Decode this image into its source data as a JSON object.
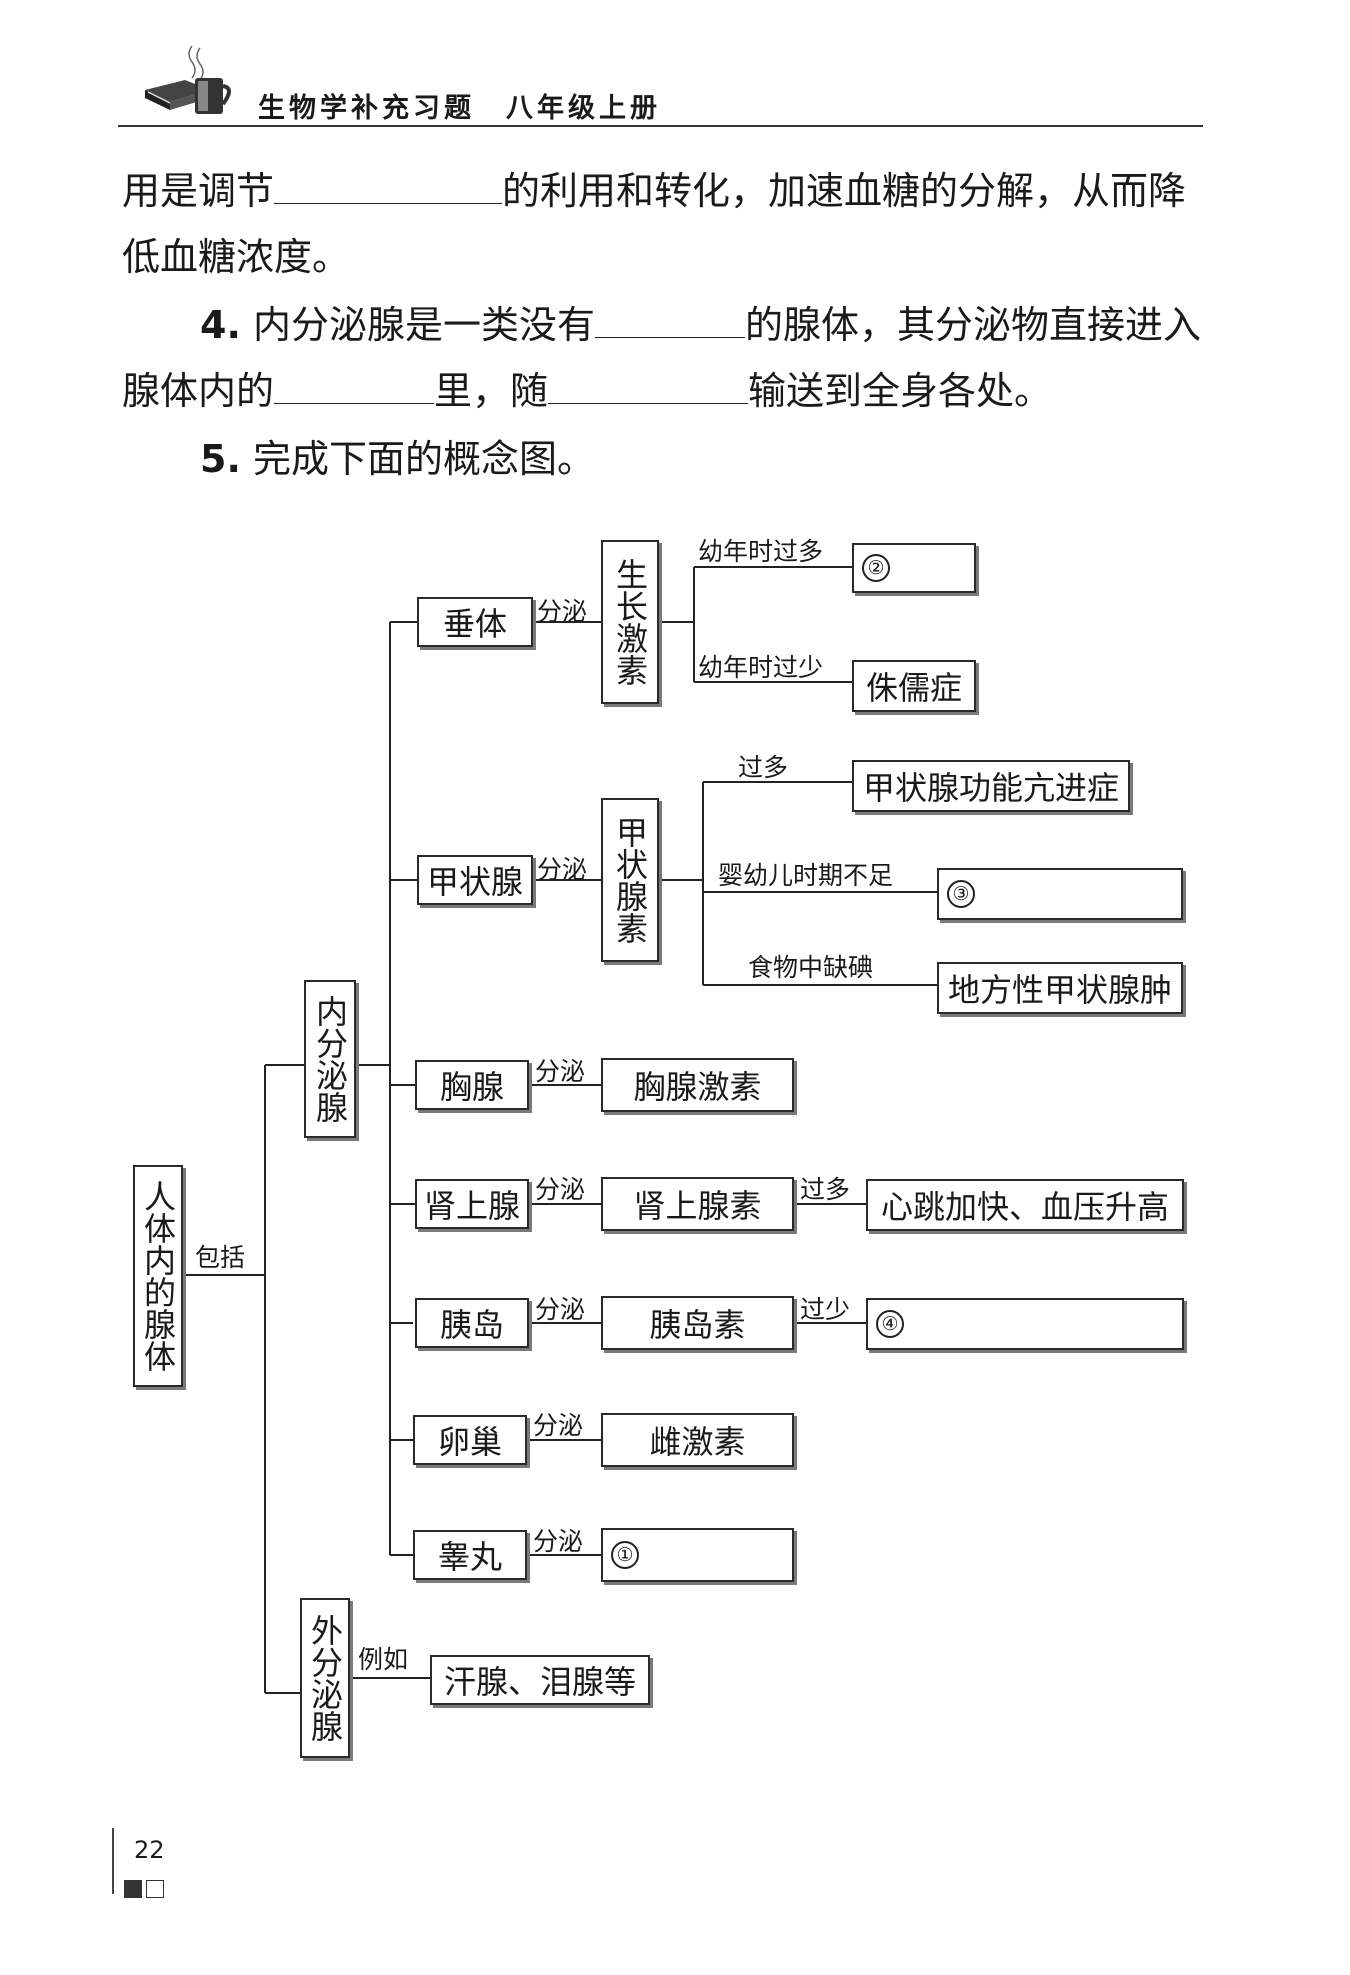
{
  "header": {
    "title": "生物学补充习题　八年级上册"
  },
  "text": {
    "l1a": "用是调节",
    "l1b": "的利用和转化，加速血糖的分解，从而降",
    "l2": "低血糖浓度。",
    "q4_num": "4.",
    "q4a": "内分泌腺是一类没有",
    "q4b": "的腺体，其分泌物直接进入",
    "q4c": "腺体内的",
    "q4d": "里，随",
    "q4e": "输送到全身各处。",
    "q5_num": "5.",
    "q5": "完成下面的概念图。"
  },
  "diagram": {
    "root": "人体内的腺体",
    "include": "包括",
    "endocrine": "内分泌腺",
    "exocrine": "外分泌腺",
    "example": "例如",
    "exocrine_examples": "汗腺、泪腺等",
    "secrete": "分泌",
    "glands": {
      "pituitary": "垂体",
      "thyroid": "甲状腺",
      "thymus": "胸腺",
      "adrenal": "肾上腺",
      "islet": "胰岛",
      "ovary": "卵巢",
      "testis": "睾丸"
    },
    "hormones": {
      "growth": "生长激素",
      "thyroxine": "甲状腺素",
      "thymosin": "胸腺激素",
      "adrenaline": "肾上腺素",
      "insulin": "胰岛素",
      "estrogen": "雌激素",
      "testis_blank": "①"
    },
    "conditions": {
      "child_excess": "幼年时过多",
      "child_deficient": "幼年时过少",
      "excess": "过多",
      "infant_deficient": "婴幼儿时期不足",
      "iodine_lack": "食物中缺碘",
      "adrenal_excess": "过多",
      "insulin_deficient": "过少"
    },
    "results": {
      "blank2": "②",
      "dwarfism": "侏儒症",
      "hyperthyroidism": "甲状腺功能亢进症",
      "blank3": "③",
      "goiter": "地方性甲状腺肿",
      "heart_bp": "心跳加快、血压升高",
      "blank4": "④"
    }
  },
  "footer": {
    "page": "22"
  }
}
